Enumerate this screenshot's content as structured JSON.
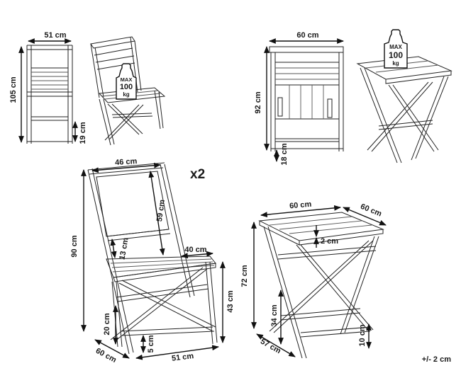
{
  "sketch_chair": {
    "width": "51 cm",
    "height": "105 cm",
    "seat_gap": "19 cm"
  },
  "sketch_table": {
    "width": "60 cm",
    "height": "92 cm",
    "gap": "18 cm"
  },
  "weight_badge": {
    "line1": "MAX",
    "line2": "100",
    "line3": "kg"
  },
  "chair": {
    "back_width": "46 cm",
    "back_height": "59 cm",
    "slat_gap": "13 cm",
    "seat_depth": "40 cm",
    "total_height": "90 cm",
    "seat_height": "43 cm",
    "rail_height": "20 cm",
    "foot_height": "5 cm",
    "depth": "60 cm",
    "width": "51 cm",
    "quantity": "x2"
  },
  "table": {
    "top_width": "60 cm",
    "top_depth": "60 cm",
    "top_edge": "2 cm",
    "total_height": "72 cm",
    "brace_height": "34 cm",
    "depth_folded": "57 cm",
    "foot_height": "10 cm"
  },
  "tolerance": "+/- 2 cm"
}
